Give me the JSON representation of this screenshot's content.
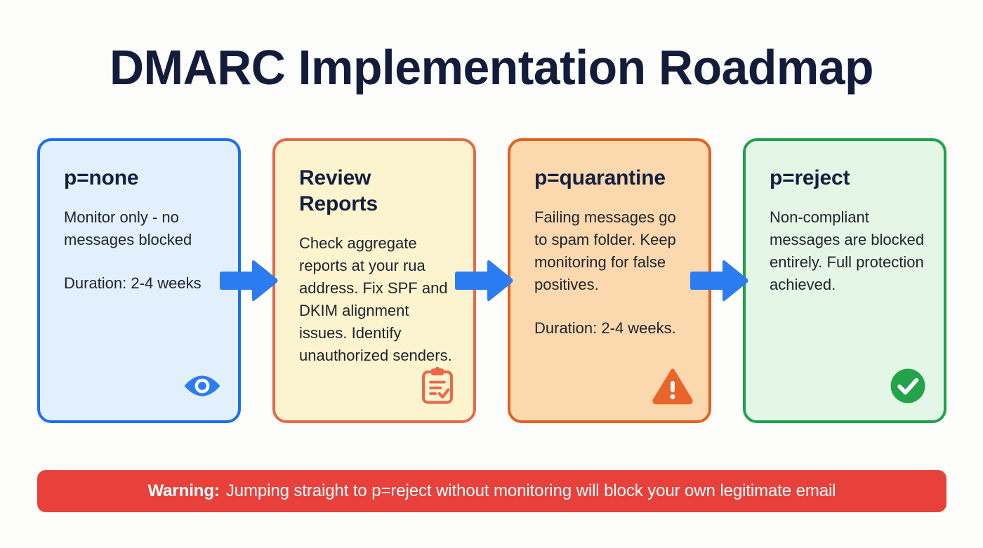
{
  "page": {
    "background_color": "#fdfdfb",
    "title": "DMARC Implementation Roadmap",
    "title_color": "#131d3b"
  },
  "stages": [
    {
      "title": "p=none",
      "body": "Monitor only - no messages blocked",
      "duration": "Duration: 2-4 weeks",
      "icon": "eye-icon",
      "border_color": "#1b6ef3",
      "fill_color": "#e2effc",
      "icon_color": "#2b7cf0"
    },
    {
      "title": "Review Reports",
      "body": "Check aggregate reports at your rua address. Fix SPF and DKIM alignment issues. Identify unauthorized senders.",
      "duration": "",
      "icon": "clipboard-check-icon",
      "border_color": "#e8694a",
      "fill_color": "#fcf3cf",
      "icon_color": "#e8694a"
    },
    {
      "title": "p=quarantine",
      "body": "Failing messages go to spam folder. Keep monitoring for false positives.",
      "duration": "Duration: 2-4 weeks.",
      "icon": "warning-triangle-icon",
      "border_color": "#e4611f",
      "fill_color": "#fbd8ae",
      "icon_color": "#e9642a"
    },
    {
      "title": "p=reject",
      "body": "Non-compliant messages are blocked entirely. Full protection achieved.",
      "duration": "",
      "icon": "check-circle-icon",
      "border_color": "#1fa24a",
      "fill_color": "#e4f7e6",
      "icon_color": "#23a34a"
    }
  ],
  "arrows": [
    {
      "name": "arrow-stage1-to-stage2",
      "color": "#2b7cf0"
    },
    {
      "name": "arrow-stage2-to-stage3",
      "color": "#2b7cf0"
    },
    {
      "name": "arrow-stage3-to-stage4",
      "color": "#2b7cf0"
    }
  ],
  "warning": {
    "label": "Warning:",
    "text": "Jumping straight to p=reject without monitoring will block your own legitimate email",
    "background_color": "#e8413c",
    "text_color": "#ffffff"
  }
}
